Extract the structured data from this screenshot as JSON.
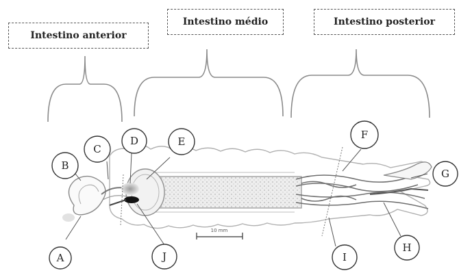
{
  "regions": {
    "anterior": "Intestino anterior",
    "medio": "Intestino médio",
    "posterior": "Intestino posterior"
  },
  "labels": [
    "A",
    "B",
    "C",
    "D",
    "E",
    "F",
    "G",
    "H",
    "I",
    "J"
  ],
  "scale_bar": "10 mm"
}
